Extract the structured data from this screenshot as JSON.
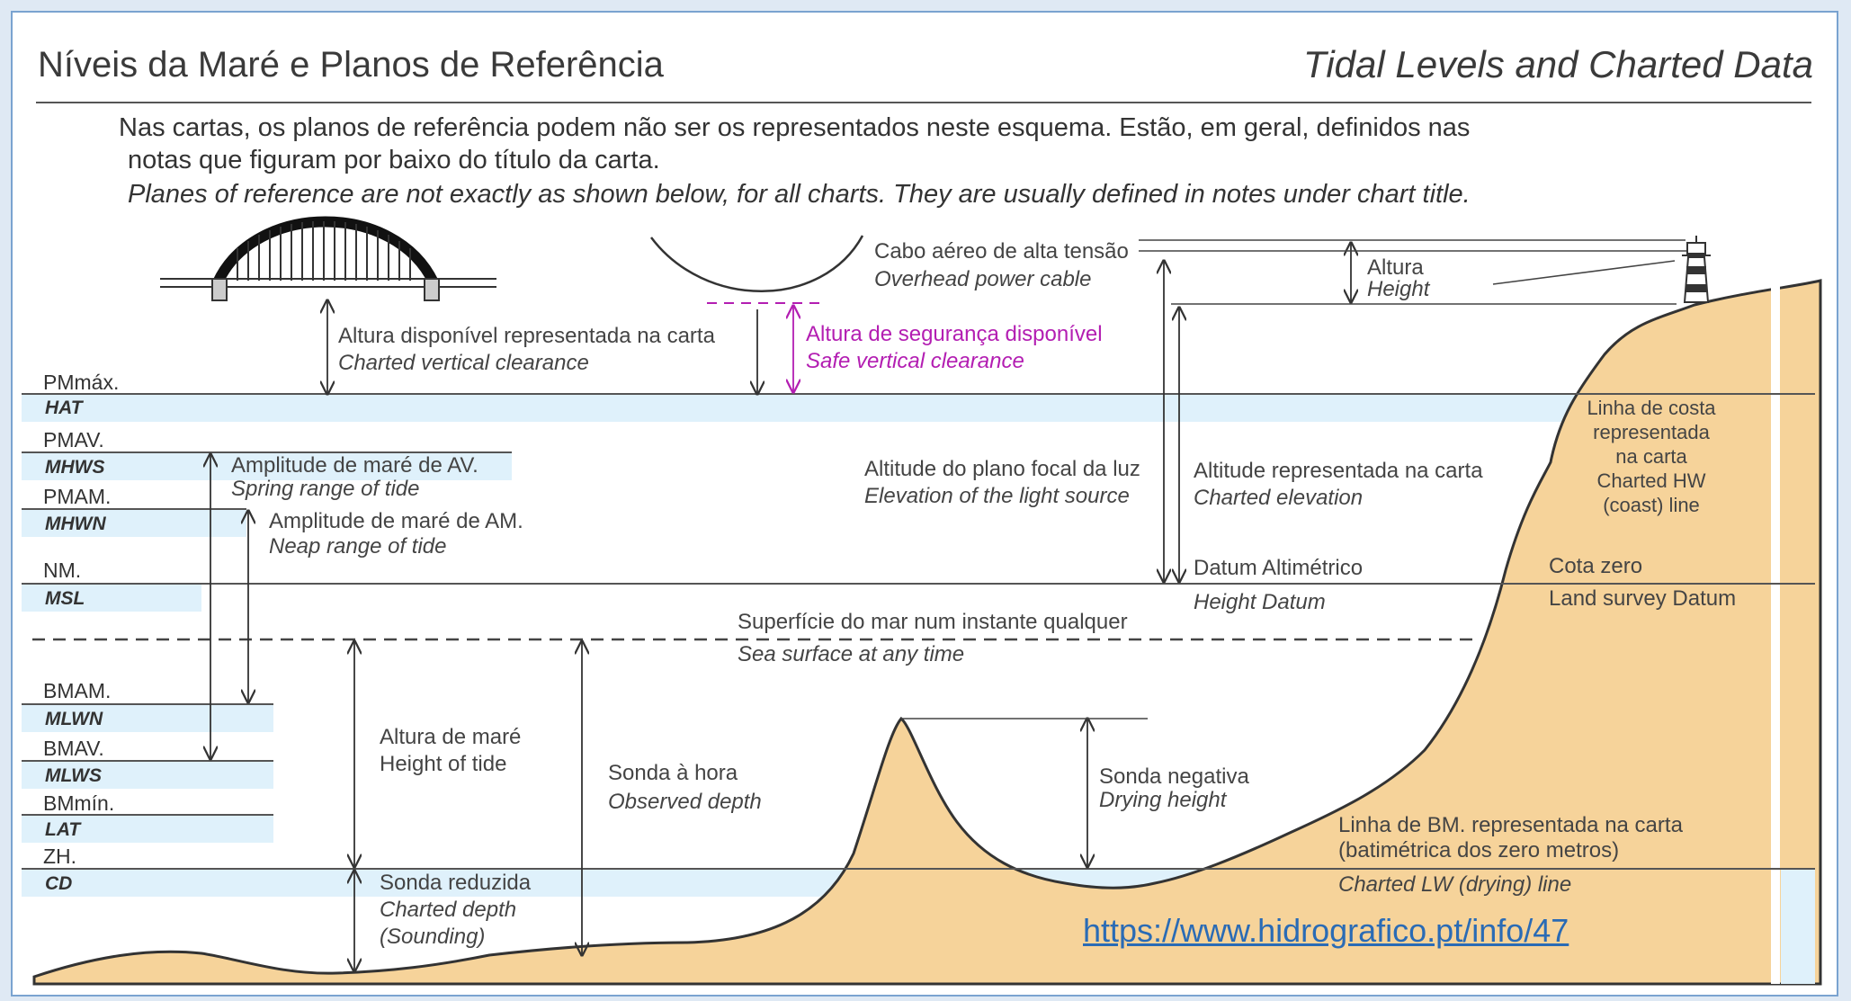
{
  "header": {
    "title_pt": "Níveis da Maré e Planos de Referência",
    "title_en": "Tidal Levels and Charted Data"
  },
  "intro": {
    "line1": "Nas cartas, os planos de referência podem não ser os representados neste esquema. Estão, em geral, definidos nas",
    "line2": "notas que figuram por baixo do título da carta.",
    "line3": "Planes of reference are not exactly as shown below, for all charts. They are usually defined in notes under chart title."
  },
  "levels": {
    "pmmax": "PMmáx.",
    "hat": "HAT",
    "pmav": "PMAV.",
    "mhws": "MHWS",
    "pmam": "PMAM.",
    "mhwn": "MHWN",
    "nm": "NM.",
    "msl": "MSL",
    "bmam": "BMAM.",
    "mlwn": "MLWN",
    "bmav": "BMAV.",
    "mlws": "MLWS",
    "bmmin": "BMmín.",
    "lat": "LAT",
    "zh": "ZH.",
    "cd": "CD"
  },
  "labels": {
    "clearance_pt": "Altura disponível representada na carta",
    "clearance_en": "Charted vertical clearance",
    "cable_pt": "Cabo aéreo de alta tensão",
    "cable_en": "Overhead power cable",
    "safe_pt": "Altura de segurança disponível",
    "safe_en": "Safe vertical clearance",
    "height_pt": "Altura",
    "height_en": "Height",
    "spring_pt": "Amplitude de maré de AV.",
    "spring_en": "Spring range of tide",
    "neap_pt": "Amplitude de maré de AM.",
    "neap_en": "Neap range of tide",
    "focal_pt": "Altitude do plano focal da luz",
    "focal_en": "Elevation of the light source",
    "elev_pt": "Altitude representada na carta",
    "elev_en": "Charted elevation",
    "datum_pt": "Datum Altimétrico",
    "datum_en": "Height Datum",
    "coast_1": "Linha de costa",
    "coast_2": "representada",
    "coast_3": "na carta",
    "coast_4": "Charted HW",
    "coast_5": "(coast) line",
    "cota_pt": "Cota zero",
    "cota_en": "Land survey Datum",
    "sea_pt": "Superfície do mar num instante qualquer",
    "sea_en": "Sea surface at any time",
    "tide_pt": "Altura de maré",
    "tide_en": "Height of tide",
    "obs_pt": "Sonda à hora",
    "obs_en": "Observed depth",
    "dry_pt": "Sonda negativa",
    "dry_en": "Drying height",
    "lw_1": "Linha de BM. representada na carta",
    "lw_2": "(batimétrica dos zero metros)",
    "lw_en": "Charted LW (drying) line",
    "red_pt": "Sonda reduzida",
    "red_en1": "Charted depth",
    "red_en2": "(Sounding)"
  },
  "source_url": "https://www.hidrografico.pt/info/47",
  "colors": {
    "band": "#dff1fb",
    "land": "#f6d39a",
    "green_bar": "#b6c79c",
    "purple": "#b31eb2",
    "link": "#2a6bb5",
    "frame": "#7aa3d0"
  }
}
